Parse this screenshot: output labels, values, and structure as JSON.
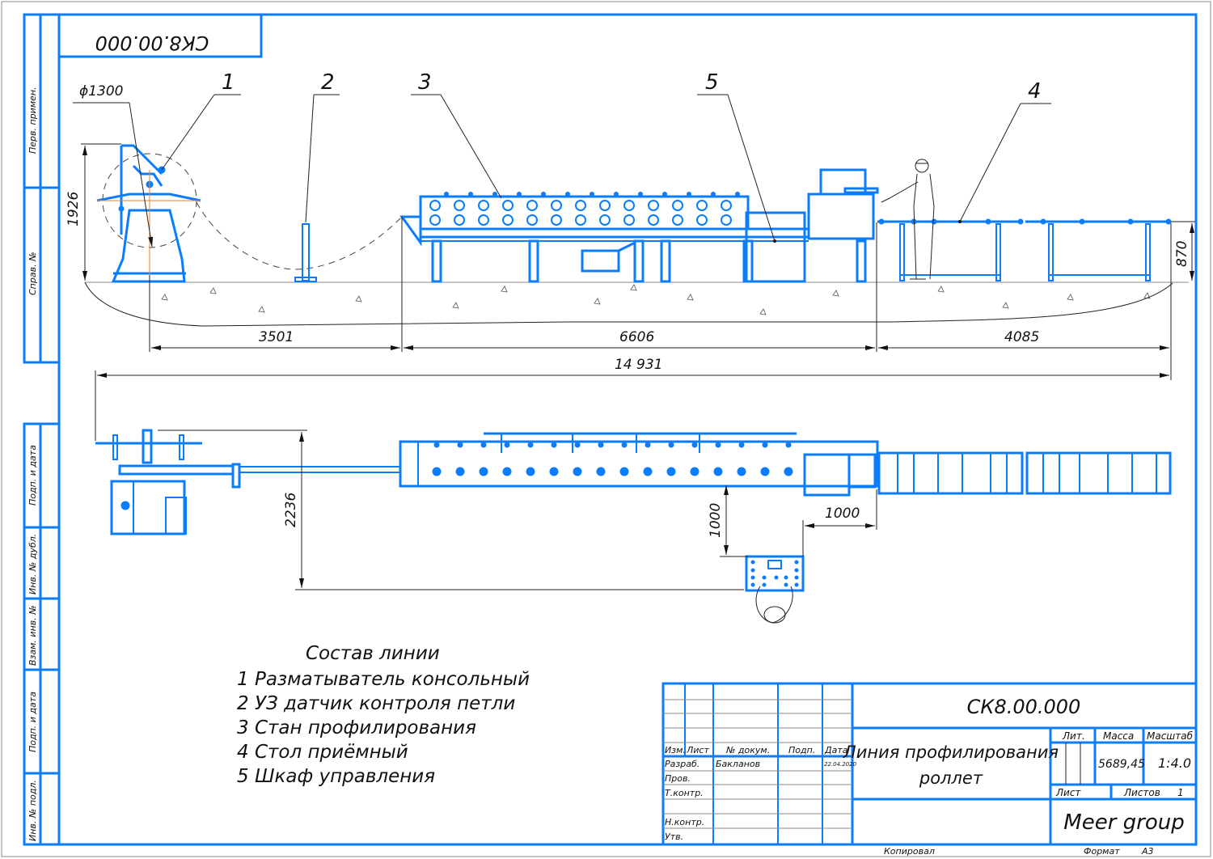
{
  "drawing": {
    "code_top_rotated": "СК8.00.000",
    "side_strip": {
      "top": [
        "Перв. примен.",
        "Справ. №"
      ],
      "bottom": [
        "Подп. и дата",
        "Инв. № дубл.",
        "Взам. инв. №",
        "Подп. и дата",
        "Инв. № подл."
      ]
    },
    "side_view": {
      "callouts": [
        "1",
        "2",
        "3",
        "5",
        "4"
      ],
      "dim_diameter": "ϕ1300",
      "dim_height_uncoiler": "1926",
      "dim_height_table": "870",
      "dim_segments": [
        "3501",
        "6606",
        "4085"
      ],
      "dim_total": "14 931"
    },
    "plan_view": {
      "dim_width": "2236",
      "dim_panel_offset_v": "1000",
      "dim_panel_offset_h": "1000"
    },
    "composition": {
      "title": "Состав линии",
      "items": [
        "1 Разматыватель консольный",
        "2 УЗ датчик контроля петли",
        "3 Стан профилирования",
        "4 Стол приёмный",
        "5 Шкаф управления"
      ]
    },
    "title_block": {
      "designation": "СК8.00.000",
      "name_line1": "Линия профилирования",
      "name_line2": "роллет",
      "headers": [
        "Изм.",
        "Лист",
        "№ докум.",
        "Подп.",
        "Дата"
      ],
      "roles": [
        "Разраб.",
        "Пров.",
        "Т.контр.",
        "",
        "Н.контр.",
        "Утв."
      ],
      "developer": "Бакланов",
      "date": "22.04.2020",
      "lit_label": "Лит.",
      "mass_label": "Масса",
      "scale_label": "Масштаб",
      "mass": "5689,45",
      "scale": "1:4.0",
      "sheet_label": "Лист",
      "sheets_label": "Листов",
      "sheets": "1",
      "company": "Meer group",
      "copied": "Копировал",
      "format_label": "Формат",
      "format": "A3"
    },
    "colors": {
      "line": "#0a7dff",
      "dim": "#222222",
      "axis": "#f08020"
    }
  }
}
